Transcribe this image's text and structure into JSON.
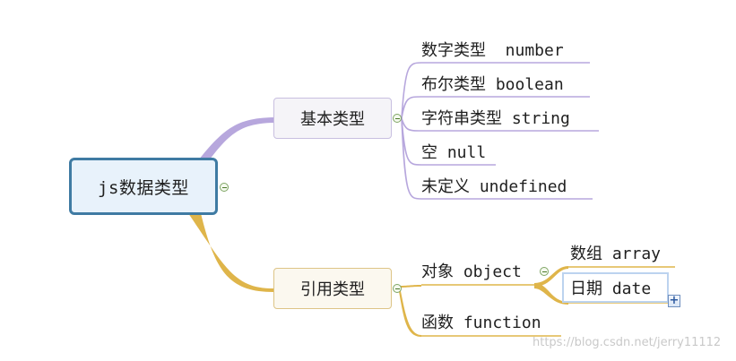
{
  "root": {
    "label": "js数据类型"
  },
  "branches": [
    {
      "label": "基本类型",
      "children": [
        {
          "label": "数字类型  number"
        },
        {
          "label": "布尔类型 boolean"
        },
        {
          "label": "字符串类型 string"
        },
        {
          "label": "空 null"
        },
        {
          "label": "未定义 undefined"
        }
      ]
    },
    {
      "label": "引用类型",
      "children": [
        {
          "label": "对象 object",
          "children": [
            {
              "label": "数组 array"
            },
            {
              "label": "日期 date"
            }
          ]
        },
        {
          "label": "函数 function"
        }
      ]
    }
  ],
  "colors": {
    "root_border": "#3f7ba3",
    "basic_branch": "#b7a7dd",
    "ref_branch": "#dfb54a",
    "selection": "#bcd3ef"
  },
  "icons": {
    "collapse": "collapse-minus-icon",
    "expand": "expand-plus-icon"
  },
  "watermark": "https://blog.csdn.net/jerry11112"
}
